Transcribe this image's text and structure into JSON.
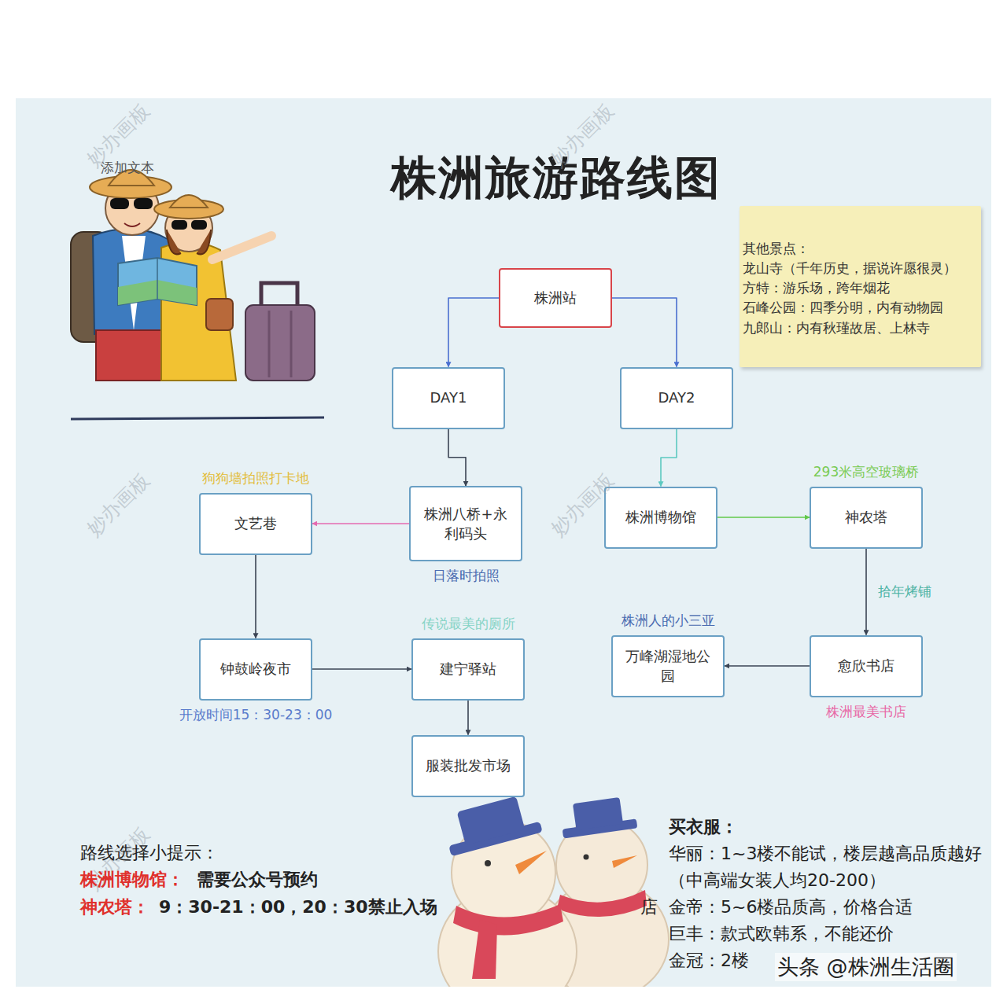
{
  "diagram": {
    "title": "株洲旅游路线图",
    "nodes": [
      {
        "text": [
          "株洲站"
        ]
      },
      {
        "text": [
          "DAY1"
        ]
      },
      {
        "text": [
          "DAY2"
        ]
      },
      {
        "text": [
          "株洲八桥+永利码头",
          "日落时拍照"
        ]
      },
      {
        "text": [
          "文艺巷",
          "狗狗墙拍照打卡地"
        ]
      },
      {
        "text": [
          "钟鼓岭夜市",
          "开放时间15：30-23：00"
        ]
      },
      {
        "text": [
          "建宁驿站",
          "传说最美的厕所"
        ]
      },
      {
        "text": [
          "服装批发市场"
        ]
      },
      {
        "text": [
          "株洲博物馆"
        ]
      },
      {
        "text": [
          "神农塔",
          "293米高空玻璃桥"
        ]
      },
      {
        "text": [
          "愈欣书店",
          "株洲最美书店"
        ]
      },
      {
        "text": [
          "万峰湖湿地公园",
          "株洲人的小三亚"
        ]
      },
      {
        "text": [
          "其他景点：",
          "龙山寺（千年历史，据说许愿很灵）",
          "方特：游乐场，跨年烟花",
          "石峰公园：四季分明，内有动物园",
          "九郎山：内有秋瑾故居、上林寺"
        ]
      }
    ],
    "edges": [
      {
        "from": 0,
        "to": 1,
        "arrow": "to"
      },
      {
        "from": 0,
        "to": 2,
        "arrow": "to"
      },
      {
        "from": 1,
        "to": 3,
        "arrow": "to"
      },
      {
        "from": 3,
        "to": 4,
        "arrow": "to"
      },
      {
        "from": 4,
        "to": 5,
        "arrow": "to"
      },
      {
        "from": 5,
        "to": 6,
        "arrow": "to"
      },
      {
        "from": 6,
        "to": 7,
        "arrow": "to"
      },
      {
        "from": 2,
        "to": 8,
        "arrow": "to"
      },
      {
        "from": 8,
        "to": 9,
        "arrow": "to"
      },
      {
        "from": 9,
        "to": 10,
        "label": "拾年烤铺",
        "arrow": "to"
      },
      {
        "from": 10,
        "to": 11,
        "arrow": "to"
      }
    ],
    "labels": [
      "添加文本",
      "妙办画板",
      "妙办画板",
      "妙办画板",
      "妙办画板",
      "妙办画板",
      "路线选择小提示：",
      "株洲博物馆：",
      "需要公众号预约",
      "神农塔：",
      "9：30-21：00，20：30禁止入场",
      "买衣服：",
      "华丽：1~3楼不能试，楼层越高品质越好（中高端女装人均20-200）",
      "店",
      "金帝：5~6楼品质高，价格合适",
      "巨丰：款式欧韩系，不能还价",
      "金冠：2楼",
      "头条 @株洲生活圈"
    ]
  }
}
